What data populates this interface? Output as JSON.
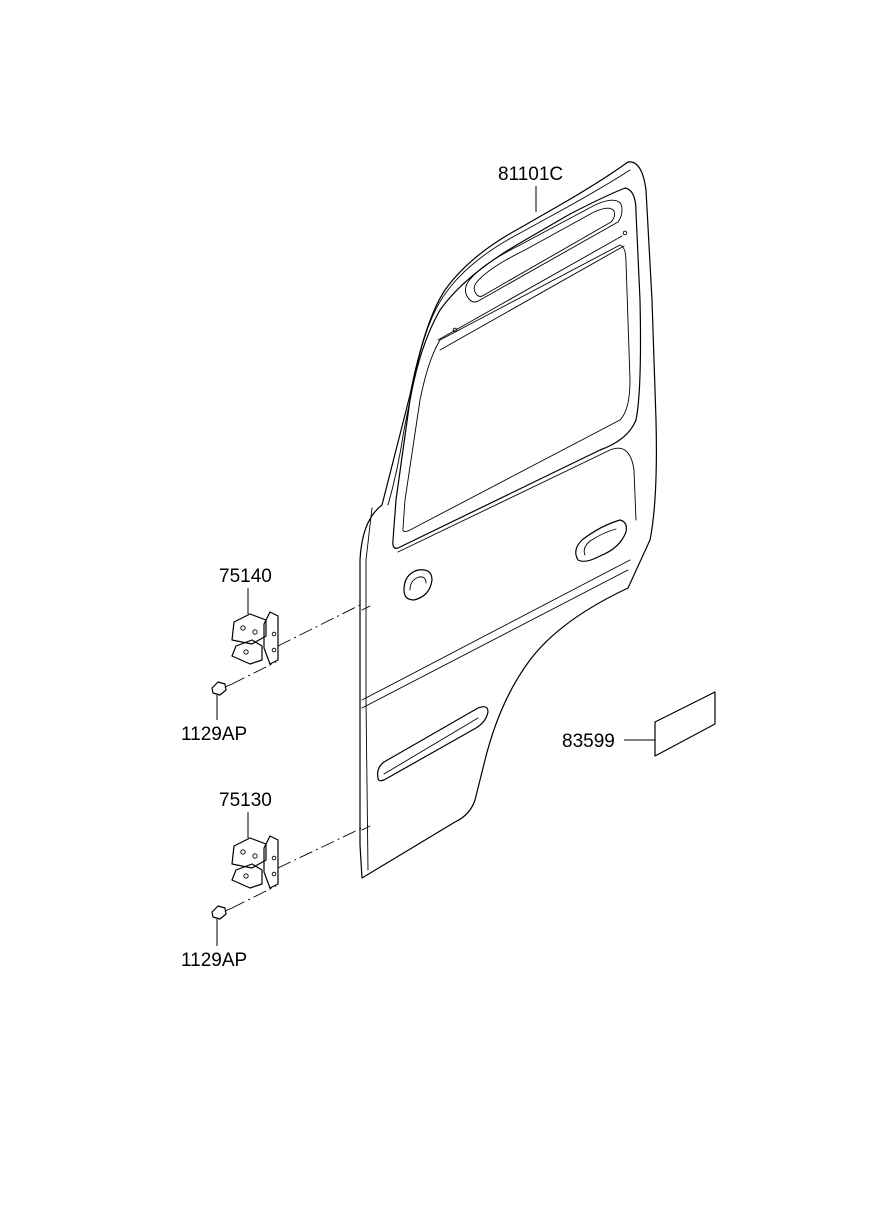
{
  "diagram": {
    "labels": {
      "door_panel": "81101C",
      "upper_hinge": "75140",
      "upper_bolt": "1129AP",
      "lower_hinge": "75130",
      "lower_bolt": "1129AP",
      "label_plate": "83599"
    },
    "colors": {
      "line": "#000000",
      "background": "#ffffff"
    }
  }
}
